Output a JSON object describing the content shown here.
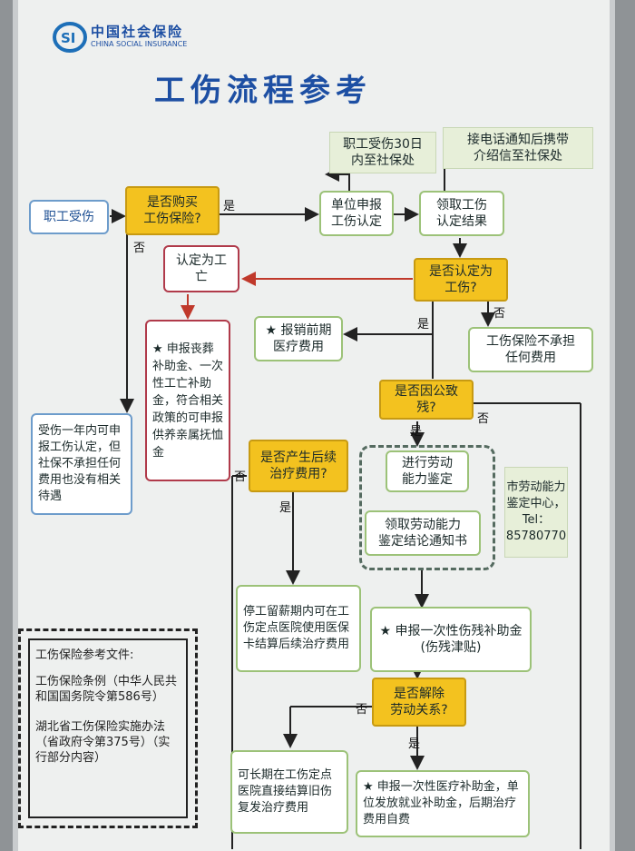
{
  "header": {
    "logo_cn": "中国社会保险",
    "logo_en": "CHINA SOCIAL INSURANCE",
    "title": "工伤流程参考"
  },
  "nodes": {
    "injured": "职工受伤",
    "bought_insurance": "是否购买\n工伤保险?",
    "apply_recognition": "单位申报\n工伤认定",
    "collect_result": "领取工伤\n认定结果",
    "determined_death": "认定为工亡",
    "is_work_injury": "是否认定为\n工伤?",
    "funeral_subsidy": "★ 申报丧葬补助金、一次性工亡补助金，符合相关政策的可申报供养亲属抚恤金",
    "reimburse_prior": "★ 报销前期\n医疗费用",
    "not_covered": "工伤保险不承担\n任何费用",
    "one_year_note": "受伤一年内可申报工伤认定，但社保不承担任何费用也没有相关待遇",
    "disabled": "是否因公致残?",
    "follow_up": "是否产生后续\n治疗费用?",
    "capacity_appraisal": "进行劳动\n能力鉴定",
    "appraisal_notice": "领取劳动能力\n鉴定结论通知书",
    "paid_leave": "停工留薪期内可在工伤定点医院使用医保卡结算后续治疗费用",
    "disability_subsidy": "★ 申报一次性伤残补助金\n(伤残津贴)",
    "terminate": "是否解除\n劳动关系?",
    "long_term": "可长期在工伤定点医院直接结算旧伤复发治疗费用",
    "medical_subsidy": "★ 申报一次性医疗补助金，单位发放就业补助金，后期治疗费用自费"
  },
  "notes": {
    "within_30_days": "职工受伤30日\n内至社保处",
    "phone_notice": "接电话通知后携带\n介绍信至社保处",
    "city_center": "市劳动能力鉴定中心，Tel：85780770"
  },
  "labels": {
    "yes": "是",
    "no": "否"
  },
  "refs": {
    "heading": "工伤保险参考文件:",
    "doc1": "工伤保险条例（中华人民共和国国务院令第586号）",
    "doc2": "湖北省工伤保险实施办法（省政府令第375号）（实行部分内容）"
  },
  "colors": {
    "yellow": "#f3c21f",
    "green_border": "#9cc278",
    "red_border": "#b03a4a",
    "blue_border": "#6d9ccb",
    "title_blue": "#1d4fa3",
    "note_green": "#e7efd9"
  }
}
